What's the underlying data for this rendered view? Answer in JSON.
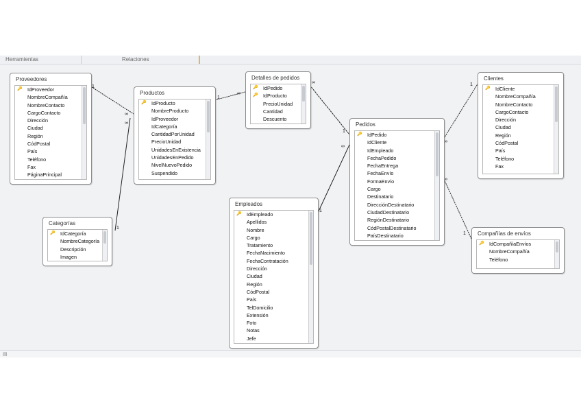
{
  "header": {
    "tools_label": "Herramientas",
    "relations_label": "Relaciones"
  },
  "tables": [
    {
      "name": "Proveedores",
      "fields": [
        "IdProveedor",
        "NombreCompañía",
        "NombreContacto",
        "CargoContacto",
        "Dirección",
        "Ciudad",
        "Región",
        "CódPostal",
        "País",
        "Teléfono",
        "Fax",
        "PáginaPrincipal"
      ],
      "pk": [
        0
      ]
    },
    {
      "name": "Productos",
      "fields": [
        "IdProducto",
        "NombreProducto",
        "IdProveedor",
        "IdCategoría",
        "CantidadPorUnidad",
        "PrecioUnidad",
        "UnidadesEnExistencia",
        "UnidadesEnPedido",
        "NivelNuevoPedido",
        "Suspendido"
      ],
      "pk": [
        0
      ]
    },
    {
      "name": "Detalles de pedidos",
      "fields": [
        "IdPedido",
        "IdProducto",
        "PrecioUnidad",
        "Cantidad",
        "Descuento"
      ],
      "pk": [
        0,
        1
      ]
    },
    {
      "name": "Clientes",
      "fields": [
        "IdCliente",
        "NombreCompañía",
        "NombreContacto",
        "CargoContacto",
        "Dirección",
        "Ciudad",
        "Región",
        "CódPostal",
        "País",
        "Teléfono",
        "Fax"
      ],
      "pk": [
        0
      ]
    },
    {
      "name": "Pedidos",
      "fields": [
        "IdPedido",
        "IdCliente",
        "IdEmpleado",
        "FechaPedido",
        "FechaEntrega",
        "FechaEnvío",
        "FormaEnvío",
        "Cargo",
        "Destinatario",
        "DirecciónDestinatario",
        "CiudadDestinatario",
        "RegiónDestinatario",
        "CódPostalDestinatario",
        "PaísDestinatario"
      ],
      "pk": [
        0
      ]
    },
    {
      "name": "Categorías",
      "fields": [
        "IdCategoría",
        "NombreCategoría",
        "Descripción",
        "Imagen"
      ],
      "pk": [
        0
      ]
    },
    {
      "name": "Empleados",
      "fields": [
        "IdEmpleado",
        "Apellidos",
        "Nombre",
        "Cargo",
        "Tratamiento",
        "FechaNacimiento",
        "FechaContratación",
        "Dirección",
        "Ciudad",
        "Región",
        "CódPostal",
        "País",
        "TelDomicilio",
        "Extensión",
        "Foto",
        "Notas",
        "Jefe"
      ],
      "pk": [
        0
      ]
    },
    {
      "name": "Compañías de envíos",
      "fields": [
        "IdCompañíaEnvíos",
        "NombreCompañía",
        "Teléfono"
      ],
      "pk": [
        0
      ]
    }
  ],
  "relations": [
    {
      "from": "Proveedores",
      "to": "Productos",
      "one": "1",
      "many": "∞"
    },
    {
      "from": "Categorías",
      "to": "Productos",
      "one": "1",
      "many": "∞"
    },
    {
      "from": "Productos",
      "to": "Detalles de pedidos",
      "one": "1",
      "many": "∞"
    },
    {
      "from": "Detalles de pedidos",
      "to": "Pedidos",
      "one": "∞",
      "many": "1"
    },
    {
      "from": "Clientes",
      "to": "Pedidos",
      "one": "1",
      "many": "∞"
    },
    {
      "from": "Empleados",
      "to": "Pedidos",
      "one": "1",
      "many": "∞"
    },
    {
      "from": "Pedidos",
      "to": "Compañías de envíos",
      "one": "∞",
      "many": "1"
    }
  ]
}
